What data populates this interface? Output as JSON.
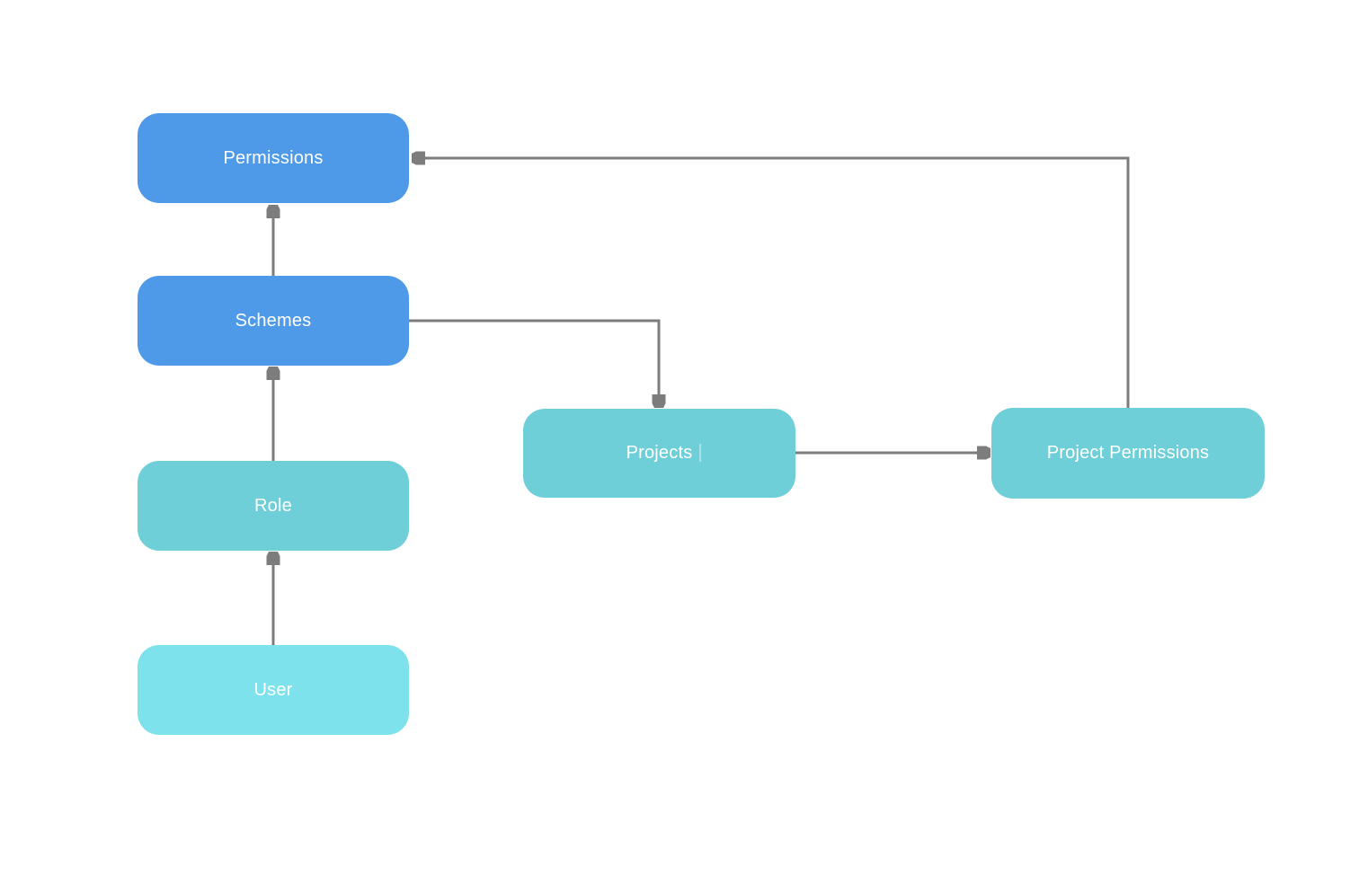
{
  "page": {
    "background": "#ffffff"
  },
  "diagram": {
    "palette": {
      "blue": "#4f9ae8",
      "teal": "#6ecfd9",
      "cyan": "#7de2eb",
      "label_text": "#ffffff",
      "connector": "#7c7c7c"
    },
    "nodes": [
      {
        "id": "permissions",
        "label": "Permissions",
        "color": "#4f9ae8"
      },
      {
        "id": "schemes",
        "label": "Schemes",
        "color": "#4f9ae8"
      },
      {
        "id": "role",
        "label": "Role",
        "color": "#6ecfd9"
      },
      {
        "id": "user",
        "label": "User",
        "color": "#7de2eb"
      },
      {
        "id": "projects",
        "label": "Projects",
        "color": "#6ecfd9"
      },
      {
        "id": "project_permissions",
        "label": "Project Permissions",
        "color": "#6ecfd9"
      }
    ],
    "edges": [
      {
        "from": "user",
        "to": "role",
        "direction": "up"
      },
      {
        "from": "role",
        "to": "schemes",
        "direction": "up"
      },
      {
        "from": "schemes",
        "to": "permissions",
        "direction": "up"
      },
      {
        "from": "schemes",
        "to": "projects",
        "direction": "right-then-down"
      },
      {
        "from": "projects",
        "to": "project_permissions",
        "direction": "right"
      },
      {
        "from": "project_permissions",
        "to": "permissions",
        "direction": "up-then-left"
      }
    ]
  }
}
